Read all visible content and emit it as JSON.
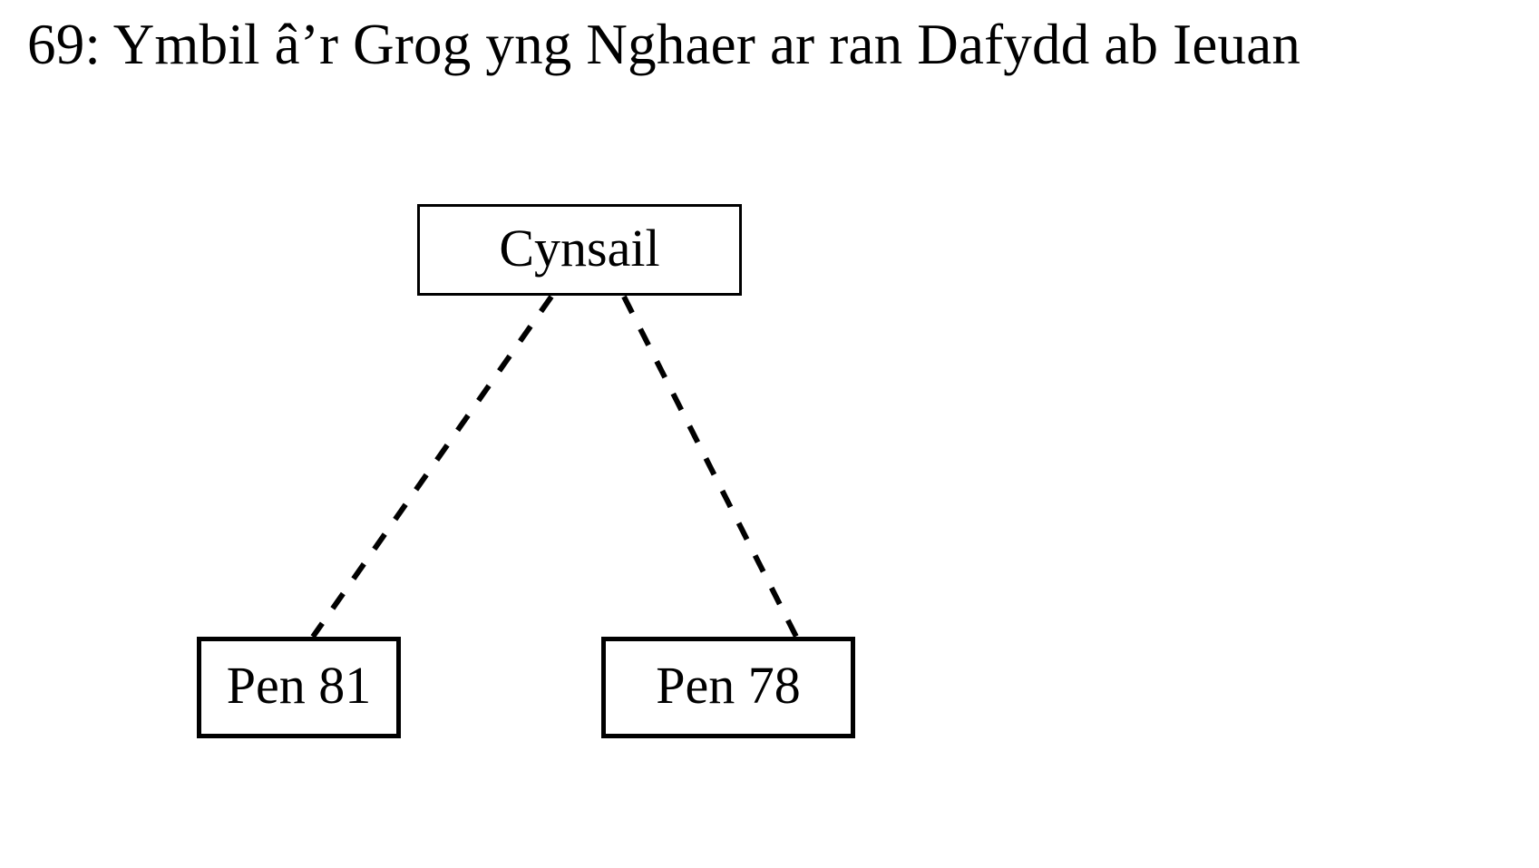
{
  "title": "69: Ymbil â’r Grog yng Nghaer ar ran Dafydd ab Ieuan",
  "colors": {
    "background": "#ffffff",
    "ink": "#000000",
    "node_border": "#000000",
    "edge_stroke": "#000000"
  },
  "stemma": {
    "root": {
      "id": "cynsail",
      "label": "Cynsail",
      "border_style": "solid-thin"
    },
    "leaves": [
      {
        "id": "pen81",
        "label": "Pen 81",
        "border_style": "solid-thick"
      },
      {
        "id": "pen78",
        "label": "Pen 78",
        "border_style": "solid-thick"
      }
    ],
    "edges": [
      {
        "from": "cynsail",
        "to": "pen81",
        "style": "dashed"
      },
      {
        "from": "cynsail",
        "to": "pen78",
        "style": "dashed"
      }
    ]
  }
}
